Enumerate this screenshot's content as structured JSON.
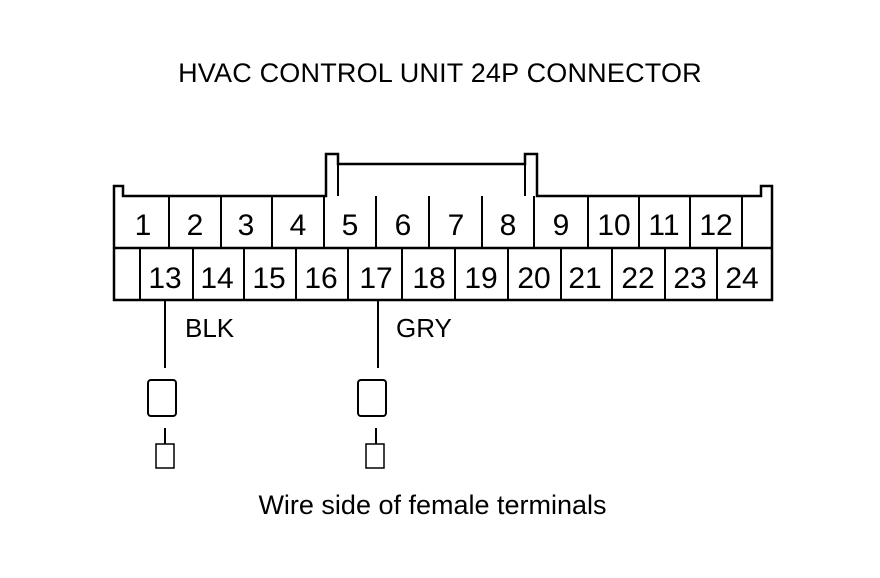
{
  "title": "HVAC CONTROL UNIT 24P CONNECTOR",
  "footer_note": "Wire side of female terminals",
  "connector": {
    "top_row": [
      {
        "pin": "1"
      },
      {
        "pin": "2"
      },
      {
        "pin": "3"
      },
      {
        "pin": "4"
      },
      {
        "pin": "5"
      },
      {
        "pin": "6"
      },
      {
        "pin": "7"
      },
      {
        "pin": "8"
      },
      {
        "pin": "9"
      },
      {
        "pin": "10"
      },
      {
        "pin": "11"
      },
      {
        "pin": "12"
      }
    ],
    "bottom_row": [
      {
        "pin": "13"
      },
      {
        "pin": "14"
      },
      {
        "pin": "15"
      },
      {
        "pin": "16"
      },
      {
        "pin": "17"
      },
      {
        "pin": "18"
      },
      {
        "pin": "19"
      },
      {
        "pin": "20"
      },
      {
        "pin": "21"
      },
      {
        "pin": "22"
      },
      {
        "pin": "23"
      },
      {
        "pin": "24"
      }
    ]
  },
  "wires": [
    {
      "pin": "13",
      "color_label": "BLK"
    },
    {
      "pin": "17",
      "color_label": "GRY"
    }
  ]
}
